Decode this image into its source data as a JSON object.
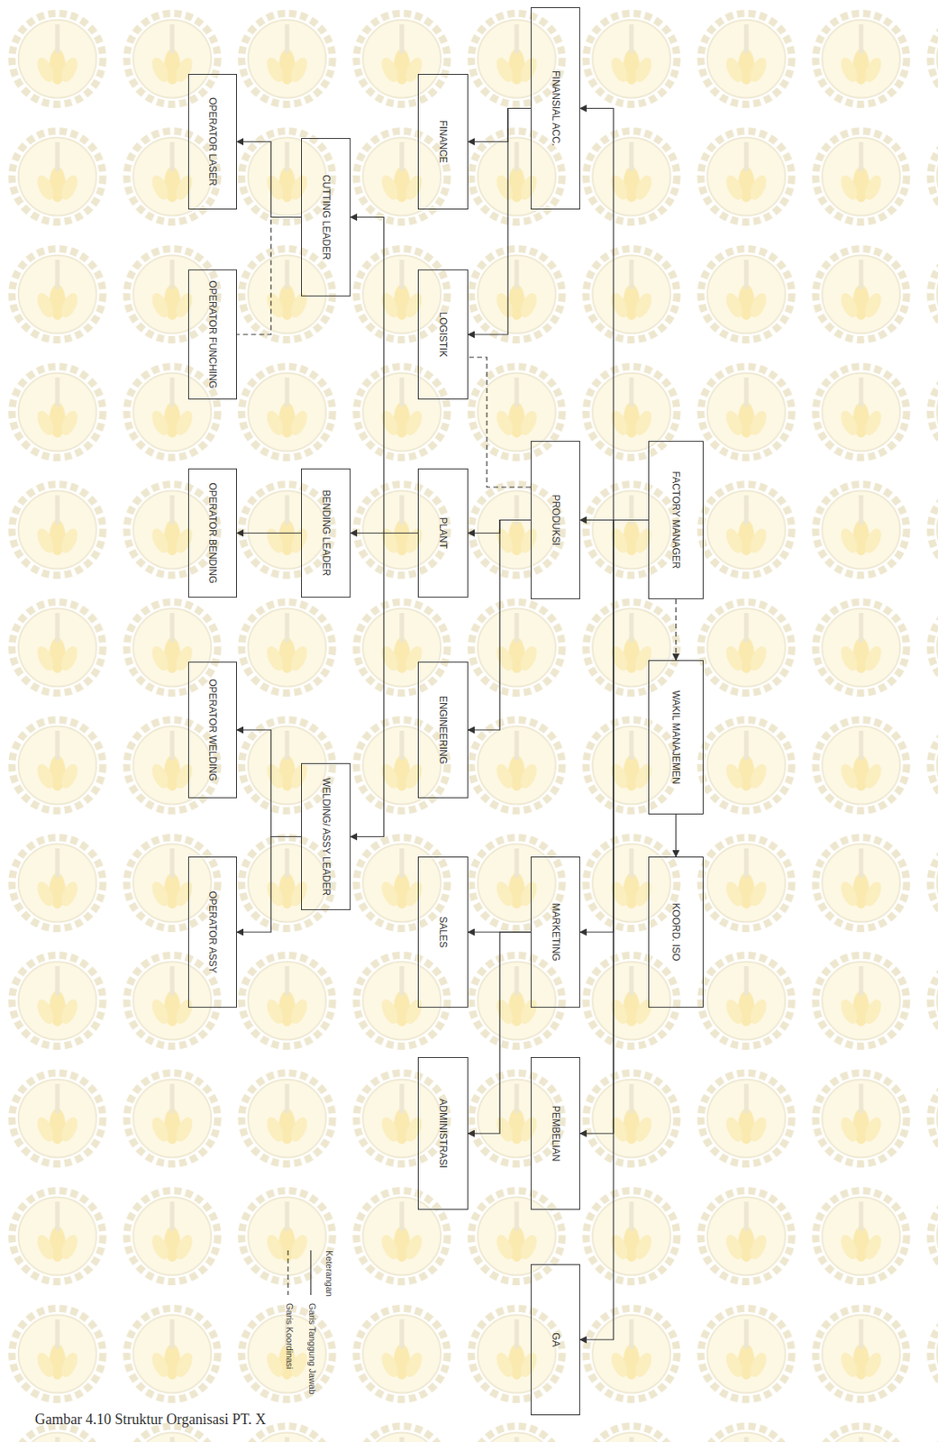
{
  "diagram": {
    "caption": "Gambar 4.10 Struktur Organisasi PT. X",
    "nodes": [
      {
        "text": [
          "FACTORY MANAGER"
        ]
      },
      {
        "text": [
          "WAKIL MANAJEMEN"
        ]
      },
      {
        "text": [
          "KOORD. ISO"
        ]
      },
      {
        "text": [
          "FINANSIAL ACC."
        ]
      },
      {
        "text": [
          "PRODUKSI"
        ]
      },
      {
        "text": [
          "MARKETING"
        ]
      },
      {
        "text": [
          "PEMBELIAN"
        ]
      },
      {
        "text": [
          "GA"
        ]
      },
      {
        "text": [
          "FINANCE"
        ]
      },
      {
        "text": [
          "LOGISTIK"
        ]
      },
      {
        "text": [
          "PLANT"
        ]
      },
      {
        "text": [
          "ENGINEERING"
        ]
      },
      {
        "text": [
          "SALES"
        ]
      },
      {
        "text": [
          "ADMINISTRASI"
        ]
      },
      {
        "text": [
          "CUTTING LEADER"
        ]
      },
      {
        "text": [
          "BENDING LEADER"
        ]
      },
      {
        "text": [
          "WELDING/ ASSY LEADER"
        ]
      },
      {
        "text": [
          "OPERATOR LASER"
        ]
      },
      {
        "text": [
          "OPERATOR FUNCHING"
        ]
      },
      {
        "text": [
          "OPERATOR BENDING"
        ]
      },
      {
        "text": [
          "OPERATOR WELDING"
        ]
      },
      {
        "text": [
          "OPERATOR ASSY"
        ]
      }
    ],
    "edges": [
      {
        "from": 0,
        "to": 3,
        "arrow": "to"
      },
      {
        "from": 0,
        "to": 4,
        "arrow": "to"
      },
      {
        "from": 0,
        "to": 5,
        "arrow": "to"
      },
      {
        "from": 0,
        "to": 6,
        "arrow": "to"
      },
      {
        "from": 0,
        "to": 7,
        "arrow": "to"
      },
      {
        "from": 0,
        "to": 1,
        "arrow": "to"
      },
      {
        "from": 1,
        "to": 2,
        "arrow": "to"
      },
      {
        "from": 3,
        "to": 8,
        "arrow": "to"
      },
      {
        "from": 3,
        "to": 9,
        "arrow": "to"
      },
      {
        "from": 4,
        "to": 9,
        "arrow": "none"
      },
      {
        "from": 4,
        "to": 10,
        "arrow": "to"
      },
      {
        "from": 4,
        "to": 11,
        "arrow": "to"
      },
      {
        "from": 5,
        "to": 12,
        "arrow": "to"
      },
      {
        "from": 5,
        "to": 13,
        "arrow": "to"
      },
      {
        "from": 10,
        "to": 14,
        "arrow": "to"
      },
      {
        "from": 10,
        "to": 15,
        "arrow": "to"
      },
      {
        "from": 10,
        "to": 16,
        "arrow": "to"
      },
      {
        "from": 14,
        "to": 17,
        "arrow": "to"
      },
      {
        "from": 14,
        "to": 18,
        "arrow": "none"
      },
      {
        "from": 15,
        "to": 19,
        "arrow": "to"
      },
      {
        "from": 16,
        "to": 20,
        "arrow": "to"
      },
      {
        "from": 16,
        "to": 21,
        "arrow": "to"
      }
    ],
    "labels": [
      "Keterangan"
    ],
    "legend": [
      {
        "text": "Garis Tanggung Jawab"
      },
      {
        "text": "Garis Koordinasi"
      }
    ]
  }
}
